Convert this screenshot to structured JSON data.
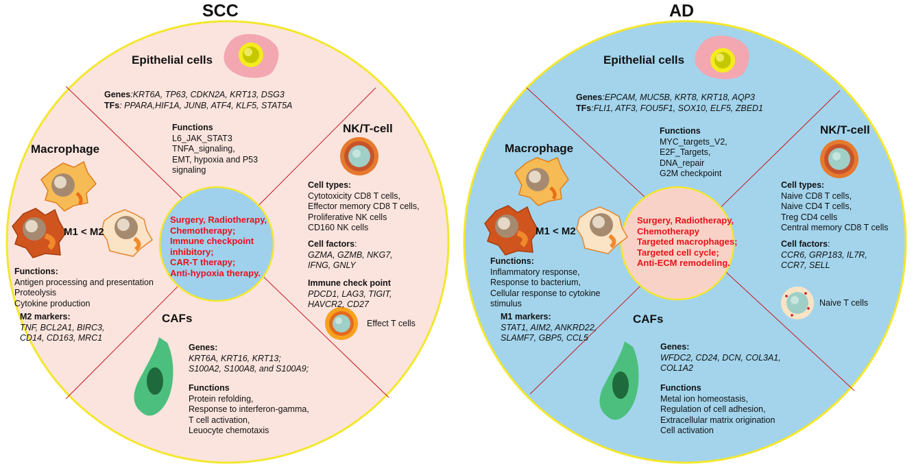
{
  "scc": {
    "title": "SCC",
    "epithelial": {
      "heading": "Epithelial cells",
      "genes_label": "Genes",
      "genes": ":KRT6A, TP63, CDKN2A, KRT13, DSG3",
      "tfs_label": "TFs",
      "tfs": ": PPARA,HIF1A, JUNB, ATF4, KLF5, STAT5A",
      "functions_label": "Functions",
      "functions": [
        "L6_JAK_STAT3",
        "TNFA_signaling,",
        "EMT, hypoxia and P53",
        "signaling"
      ]
    },
    "nkt": {
      "heading": "NK/T-cell",
      "cell_types_label": "Cell types:",
      "cell_types": [
        "Cytotoxicity CD8 T cells,",
        "Effector memory CD8 T cells,",
        "Proliferative NK cells",
        "CD160 NK cells"
      ],
      "factors_label": "Cell factors",
      "factors_colon": ":",
      "factors": [
        "GZMA, GZMB, NKG7,",
        "IFNG, GNLY"
      ],
      "checkpoint_label": "Immune check point",
      "checkpoint": [
        "PDCD1, LAG3, TIGIT,",
        "HAVCR2, CD27"
      ],
      "effect_label": "Effect T cells"
    },
    "macrophage": {
      "heading": "Macrophage",
      "m1m2": "M1 < M2",
      "functions_label": "Functions:",
      "functions": [
        "Antigen processing and presentation",
        "Proteolysis",
        "Cytokine production"
      ],
      "markers_label": "M2 markers:",
      "markers": [
        "TNF, BCL2A1, BIRC3,",
        "CD14, CD163, MRC1"
      ]
    },
    "cafs": {
      "heading": "CAFs",
      "genes_label": "Genes:",
      "genes": [
        "KRT6A, KRT16, KRT13;",
        "S100A2, S100A8, and S100A9;"
      ],
      "functions_label": "Functions",
      "functions": [
        "Protein refolding,",
        "Response to interferon-gamma,",
        "T cell activation,",
        "Leuocyte chemotaxis"
      ]
    },
    "center": [
      "Surgery, Radiotherapy,",
      "Chemotherapy;",
      "Immune checkpoint",
      "inhibitory;",
      "CAR-T therapy;",
      "Anti-hypoxia therapy."
    ],
    "colors": {
      "outer": "#fbe4de",
      "inner": "#9fd1ec",
      "border": "#f3e72d",
      "lines": "#c8161d"
    }
  },
  "ad": {
    "title": "AD",
    "epithelial": {
      "heading": "Epithelial cells",
      "genes_label": "Genes",
      "genes": ":EPCAM, MUC5B, KRT8, KRT18, AQP3",
      "tfs_label": "TFs",
      "tfs": ":FLI1, ATF3, FOU5F1, SOX10, ELF5, ZBED1",
      "functions_label": "Functions",
      "functions": [
        "MYC_targets_V2,",
        "E2F_Targets,",
        "DNA_repair",
        "G2M checkpoint"
      ]
    },
    "nkt": {
      "heading": "NK/T-cell",
      "cell_types_label": "Cell types:",
      "cell_types": [
        "Naive CD8 T cells,",
        "Naive CD4 T cells,",
        "Treg CD4 cells",
        "Central memory CD8 T cells"
      ],
      "factors_label": "Cell factors",
      "factors_colon": ":",
      "factors": [
        "CCR6, GRP183, IL7R,",
        "CCR7, SELL"
      ],
      "naive_label": "Naive T cells"
    },
    "macrophage": {
      "heading": "Macrophage",
      "m1m2": "M1 < M2",
      "functions_label": "Functions:",
      "functions": [
        "Inflammatory response,",
        "Response to bacterium,",
        "Cellular response to cytokine",
        "stimulus"
      ],
      "markers_label": "M1 markers:",
      "markers": [
        "STAT1, AIM2, ANKRD22,",
        "SLAMF7, GBP5, CCL5"
      ]
    },
    "cafs": {
      "heading": "CAFs",
      "genes_label": "Genes:",
      "genes": [
        "WFDC2, CD24, DCN, COL3A1,",
        "COL1A2"
      ],
      "functions_label": "Functions",
      "functions": [
        "Metal ion homeostasis,",
        "Regulation of cell adhesion,",
        "Extracellular matrix origination",
        "Cell activation"
      ]
    },
    "center": [
      "Surgery, Radiotherapy,",
      "Chemotherapy",
      "Targeted macrophages;",
      "Targeted cell cycle;",
      "Anti-ECM remodeling."
    ],
    "colors": {
      "outer": "#a3d4ec",
      "inner": "#f9d2c7",
      "border": "#f3e72d",
      "lines": "#c8161d"
    }
  }
}
